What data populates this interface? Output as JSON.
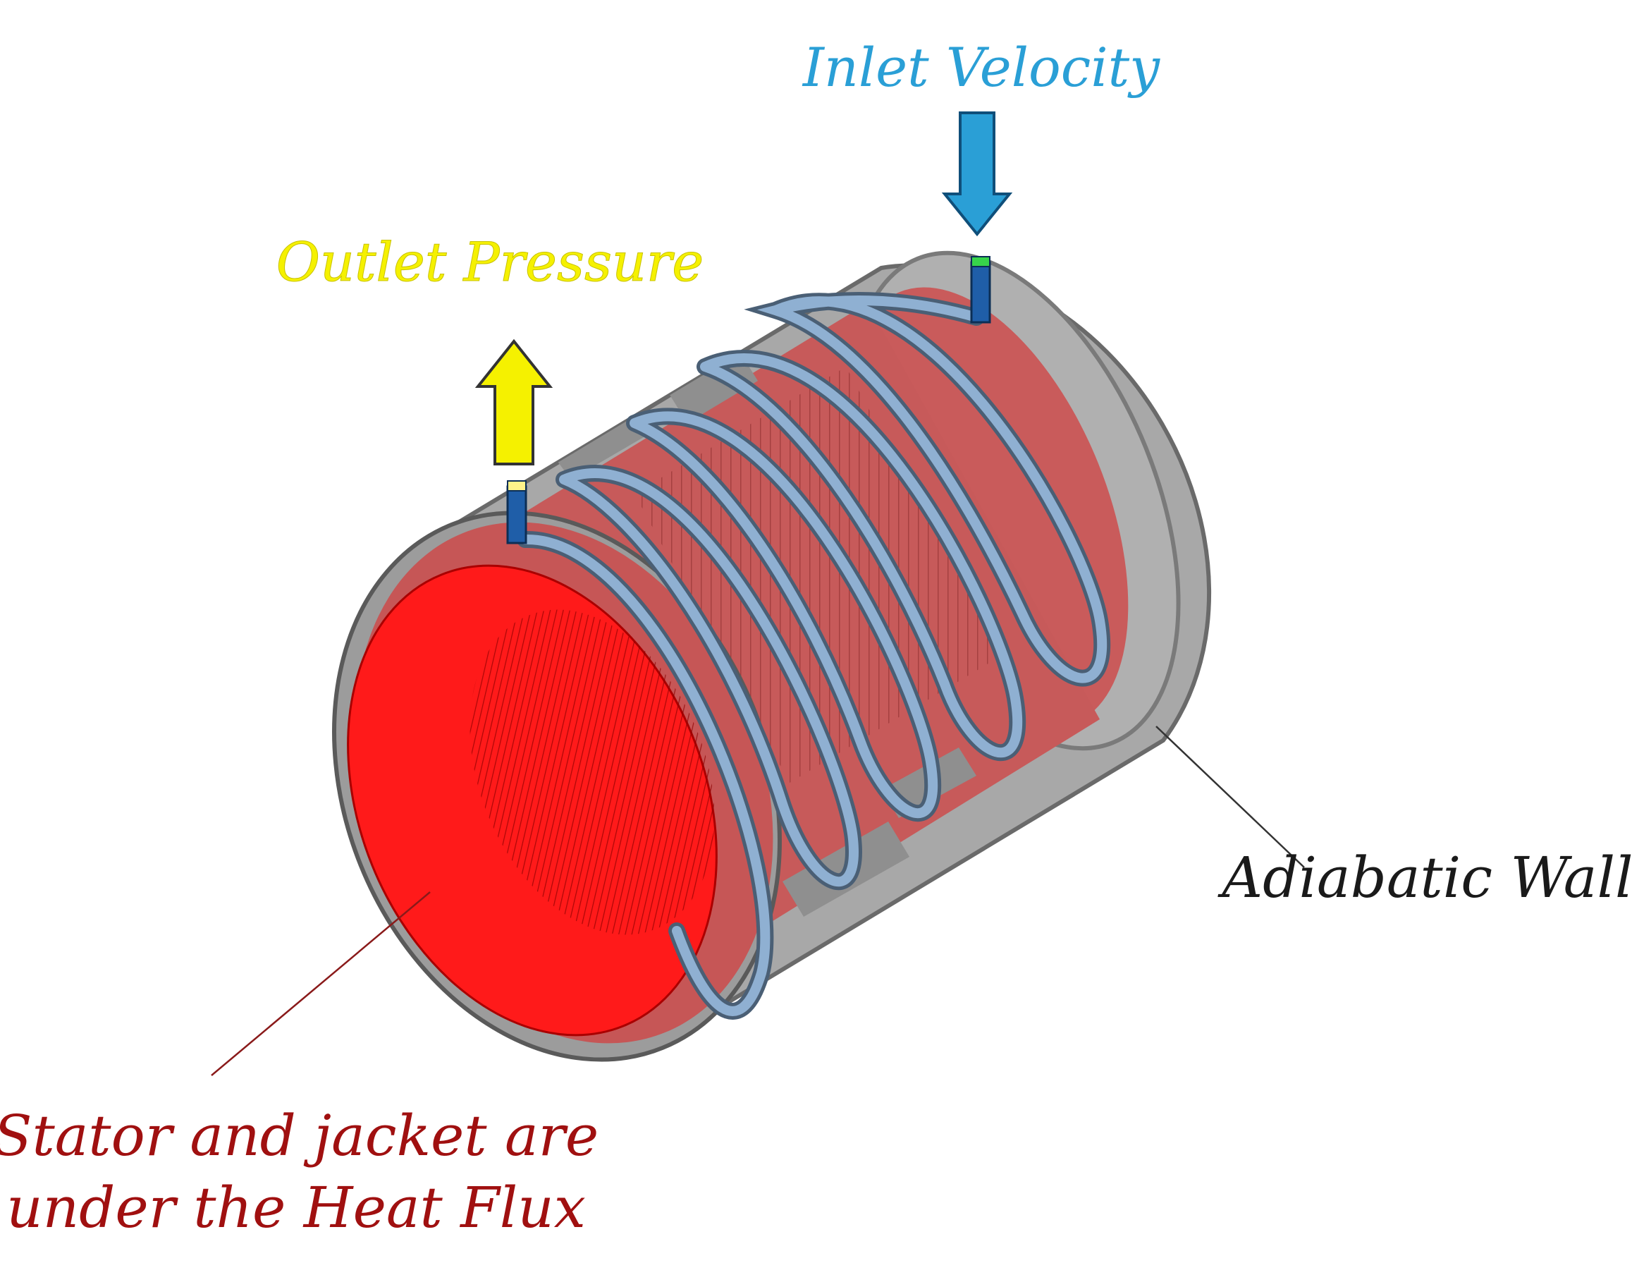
{
  "labels": {
    "inlet": "Inlet Velocity",
    "outlet": "Outlet Pressure",
    "wall": "Adiabatic Wall",
    "heat_line1": "Stator and jacket are",
    "heat_line2": "under the Heat Flux"
  },
  "colors": {
    "inlet": "#2a9fd6",
    "outlet": "#f5f100",
    "wall": "#1a1a1a",
    "heat": "#a01010",
    "stator": "#ff1a1a",
    "jacket": "#c95b5b",
    "casing": "#9a9a9a",
    "coil": "#7f9fbf"
  },
  "icons": {
    "inlet_arrow": "arrow-down-icon",
    "outlet_arrow": "arrow-up-icon"
  }
}
